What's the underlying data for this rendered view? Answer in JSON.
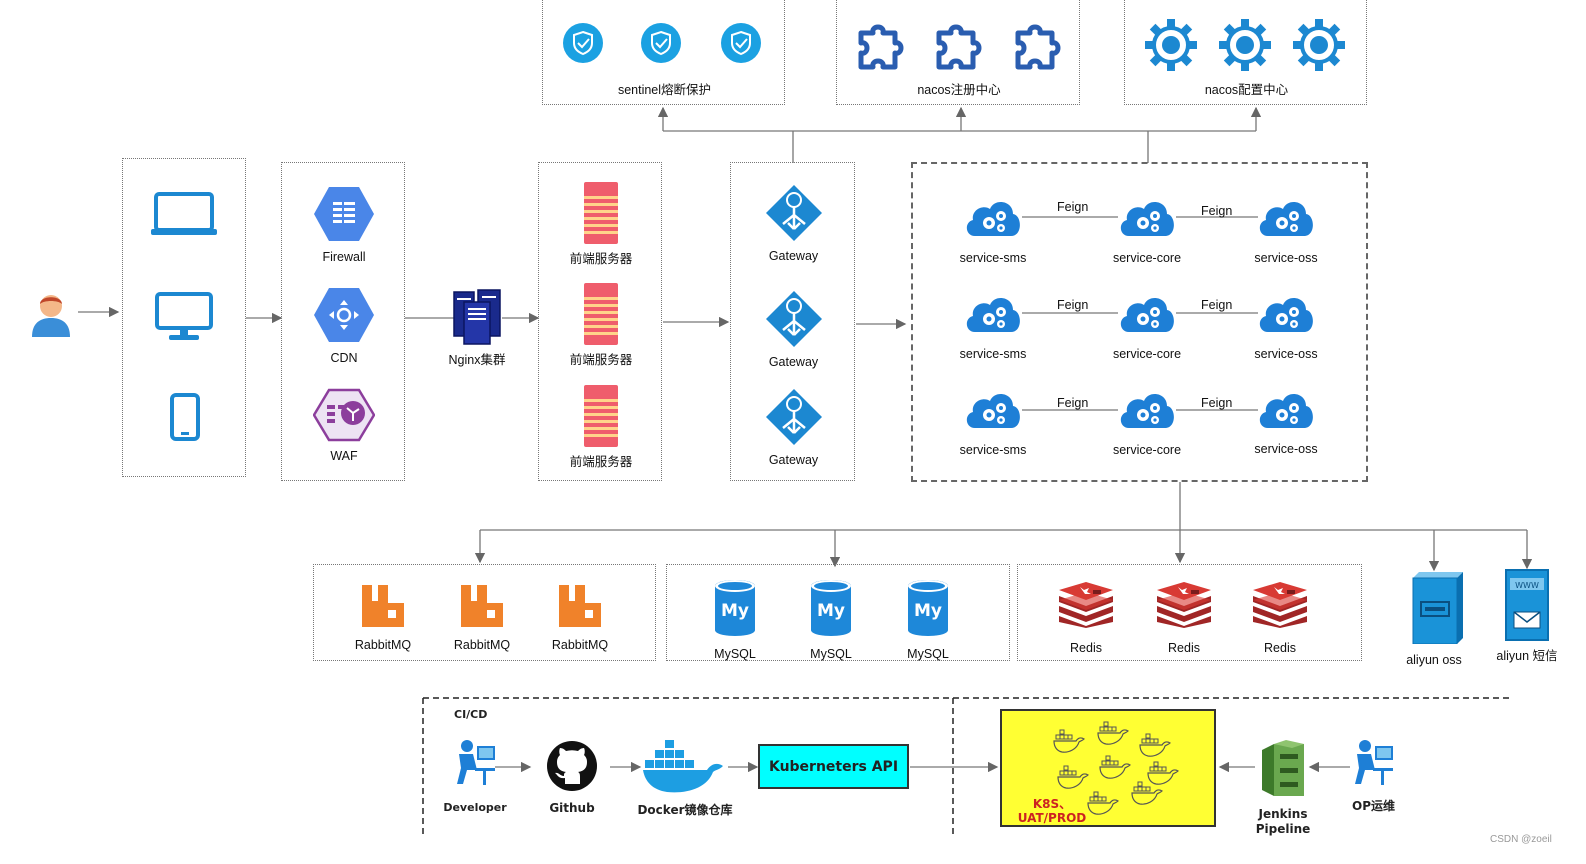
{
  "colors": {
    "blue_icon": "#1c88d1",
    "cloud": "#1e7fd6",
    "rabbit": "#f0822a",
    "mysql": "#1e88d9",
    "redis": "#c83232",
    "server_red": "#ef5d6c",
    "k8s_bg": "#ffff33",
    "k8s_text": "#cc2222",
    "ci_text": "#333333"
  },
  "top_groups": [
    {
      "label": "sentinel熔断保护",
      "icon": "shield-icon"
    },
    {
      "label": "nacos注册中心",
      "icon": "puzzle-icon"
    },
    {
      "label": "nacos配置中心",
      "icon": "gear-icon"
    }
  ],
  "user": {
    "icon": "user-icon"
  },
  "devices": [
    "laptop-icon",
    "monitor-icon",
    "phone-icon"
  ],
  "edge": [
    {
      "label": "Firewall",
      "icon": "firewall-icon"
    },
    {
      "label": "CDN",
      "icon": "cdn-icon"
    },
    {
      "label": "WAF",
      "icon": "waf-icon"
    }
  ],
  "nginx": {
    "label": "Nginx集群"
  },
  "frontend": [
    "前端服务器",
    "前端服务器",
    "前端服务器"
  ],
  "gateways": [
    "Gateway",
    "Gateway",
    "Gateway"
  ],
  "services": {
    "rows": [
      [
        "service-sms",
        "service-core",
        "service-oss"
      ],
      [
        "service-sms",
        "service-core",
        "service-oss"
      ],
      [
        "service-sms",
        "service-core",
        "service-oss"
      ]
    ],
    "link_label": "Feign"
  },
  "storage": {
    "rabbitmq": [
      "RabbitMQ",
      "RabbitMQ",
      "RabbitMQ"
    ],
    "mysql": [
      "MySQL",
      "MySQL",
      "MySQL"
    ],
    "redis": [
      "Redis",
      "Redis",
      "Redis"
    ],
    "oss": "aliyun oss",
    "sms": "aliyun 短信"
  },
  "cicd": {
    "title": "CI/CD",
    "developer": "Developer",
    "github": "Github",
    "docker": "Docker镜像仓库",
    "k8s_api": "Kuberneters API",
    "k8s_env": "K8S、UAT/PROD",
    "jenkins": "Jenkins Pipeline",
    "ops": "OP运维"
  },
  "watermark": "CSDN @zoeil"
}
